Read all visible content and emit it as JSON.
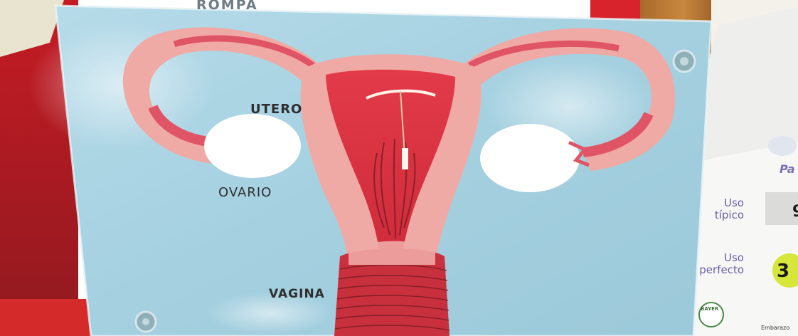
{
  "diagram": {
    "labels": {
      "trompa": "ROMPA",
      "utero": "UTERO",
      "ovario": "OVARIO",
      "vagina": "VAGINA"
    }
  },
  "info_box": {
    "uso_tipico": "Uso típico",
    "uso_perfecto": "Uso perfecto",
    "pa_partial": "Pa",
    "typical_value_partial": "9",
    "perfect_value_partial": "3",
    "logo_text": "BAYER",
    "footer_partial": "Embarazo"
  },
  "colors": {
    "board_blue": "#a9d4e3",
    "tissue_pink": "#f0aaa5",
    "uterus_red": "#e2404e",
    "vagina_red": "#c9303e",
    "background_red": "#d8232c",
    "box_purple": "#6b5fa8",
    "accent_green": "#d7e63a"
  }
}
